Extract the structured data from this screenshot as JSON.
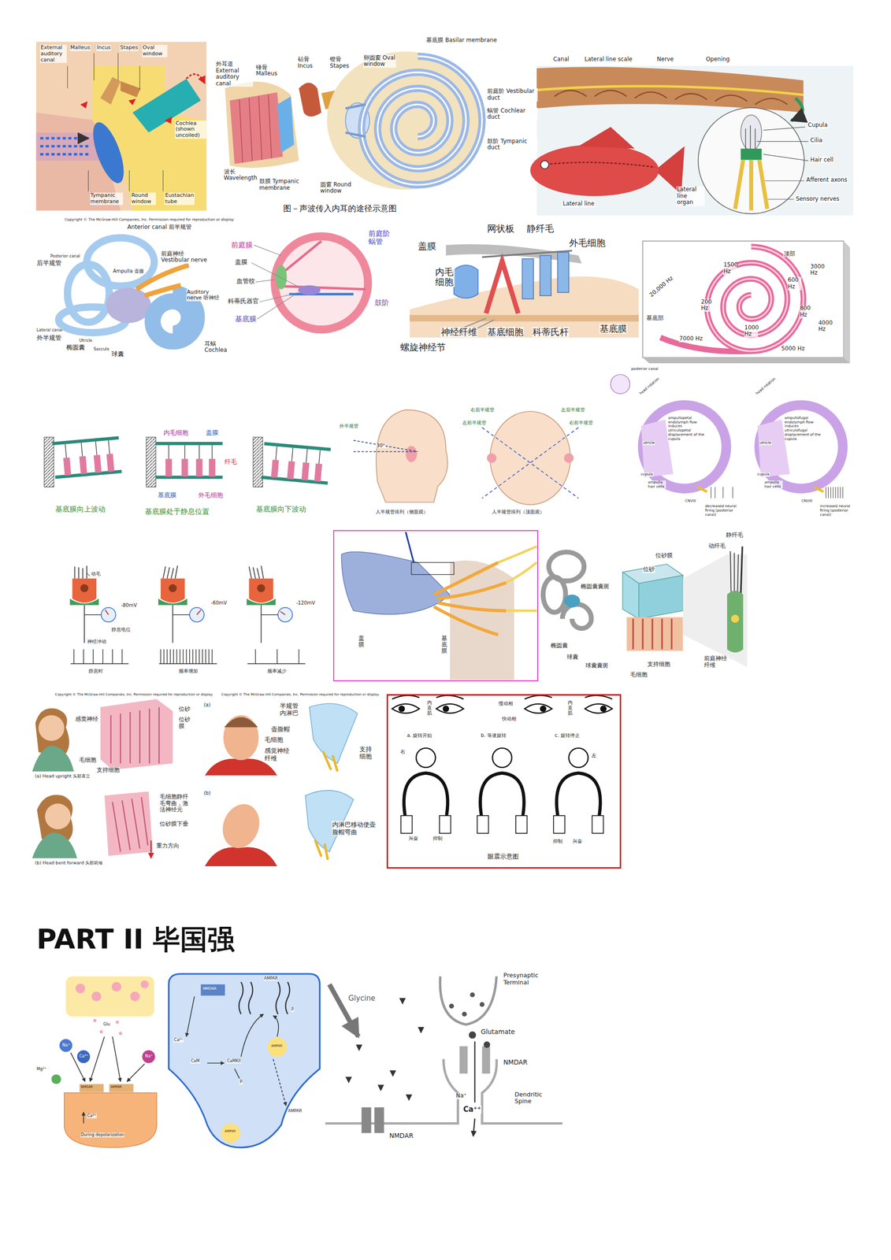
{
  "diagram": {
    "title": "PART II 毕国强",
    "nodes": [
      {
        "text": [
          "盖膜",
          "基底膜"
        ]
      },
      {
        "text": [
          "眼震示意图"
        ]
      }
    ],
    "labels": [
      "External auditory canal",
      "Malleus",
      "Incus",
      "Stapes",
      "Oval window",
      "Cochlea (shown uncoiled)",
      "Tympanic membrane",
      "Round window",
      "Eustachian tube",
      "外耳道 External auditory canal",
      "锤骨 Malleus",
      "砧骨 Incus",
      "镫骨 Stapes",
      "卵圆窗 Oval window",
      "基底膜 Basilar membrane",
      "前庭阶 Vestibular duct",
      "蜗管 Cochlear duct",
      "鼓阶 Tympanic duct",
      "波长 Wavelength",
      "鼓膜 Tympanic membrane",
      "圆窗 Round window",
      "图－声波传入内耳的途径示意图",
      "Canal",
      "Lateral line scale",
      "Nerve",
      "Opening",
      "Cupula",
      "Cilia",
      "Hair cell",
      "Afferent axons",
      "Sensory nerves",
      "Lateral line organ",
      "Lateral line",
      "Copyright © The McGraw-Hill Companies, Inc. Permission required for reproduction or display",
      "Anterior canal 前半规管",
      "Posterior canal",
      "后半规管",
      "前庭神经 Vestibular nerve",
      "Ampulla 壶腹",
      "Auditory nerve 听神经",
      "Lateral canal",
      "外半规管",
      "Utricle",
      "椭圆囊",
      "Saccule",
      "球囊",
      "耳蜗 Cochlea",
      "前庭膜",
      "前庭阶 蜗管",
      "盖膜",
      "血管纹",
      "科蒂氏器官",
      "鼓阶",
      "基底膜",
      "网状板",
      "静纤毛",
      "外毛细胞",
      "盖膜",
      "内毛细胞",
      "神经纤维",
      "基底细胞",
      "科蒂氏杆",
      "基底膜",
      "螺旋神经节",
      "顶部",
      "1500 Hz",
      "3000 Hz",
      "600 Hz",
      "200 Hz",
      "800 Hz",
      "20,000 Hz",
      "基底部",
      "1000 Hz",
      "4000 Hz",
      "7000 Hz",
      "5000 Hz",
      "内毛细胞",
      "盖膜",
      "纤毛",
      "基底膜",
      "外毛细胞",
      "基底膜向上波动",
      "基底膜处于静息位置",
      "基底膜向下波动",
      "外半规管",
      "30°",
      "人半规管排列（侧面观）",
      "右后半规管",
      "左后半规管",
      "左前半规管",
      "右前半规管",
      "人半规管排列（顶面观）",
      "posterior canal",
      "head rotation",
      "ampullopetal endolymph flow induces utriculopetal displacement of the cupula",
      "utricle",
      "cupula",
      "ampulla hair cells",
      "CNVIII",
      "decreased neural firing (posterior canal)",
      "head rotation",
      "ampullofugal endolymph flow induces utriculofugal displacement of the cupula",
      "utricle",
      "cupula",
      "ampulla hair cells",
      "CNVIII",
      "increased neural firing (posterior canal)",
      "动毛",
      "-80mV",
      "静息电位",
      "-60mV",
      "-120mV",
      "神经冲动",
      "静息时",
      "频率增加",
      "频率减少",
      "静纤毛",
      "动纤毛",
      "位砂膜",
      "位砂",
      "椭圆囊囊斑",
      "椭圆囊",
      "球囊",
      "球囊囊斑",
      "支持细胞",
      "毛细胞",
      "前庭神经纤维",
      "Copyright © The McGraw-Hill Companies, Inc. Permission required for reproduction or display",
      "感觉神经",
      "位砂",
      "位砂膜",
      "毛细胞",
      "支持细胞",
      "(a) Head upright 头部直立",
      "毛细胞静纤毛弯曲，激活神经元",
      "位砂膜下垂",
      "重力方向",
      "(b) Head bent forward 头部前倾",
      "Copyright © The McGraw-Hill Companies, Inc. Permission required for reproduction or display",
      "(a)",
      "半规管内淋巴",
      "壶腹帽",
      "毛细胞",
      "感觉神经纤维",
      "支持细胞",
      "(b)",
      "内淋巴移动使壶腹帽弯曲",
      "内直肌",
      "慢动相",
      "快动相",
      "内直肌",
      "a. 旋转开始",
      "b. 等速旋转",
      "c. 旋转停止",
      "右",
      "左",
      "兴奋",
      "抑制",
      "抑制",
      "兴奋",
      "Glu",
      "Na⁺",
      "Ca²⁺",
      "Mg²⁺",
      "Na⁺",
      "NMDAR",
      "AMPAR",
      "Ca²⁺",
      "During depolarization",
      "NMDAR",
      "AMPAR",
      "P",
      "Ca²⁺",
      "AMPAR",
      "CaM",
      "CaMKII",
      "P",
      "AMPAR",
      "AMPAR",
      "Glycine",
      "Presynaptic Terminal",
      "Glutamate",
      "NMDAR",
      "Na⁺",
      "Ca⁺⁺",
      "Dendritic Spine",
      "NMDAR"
    ]
  }
}
